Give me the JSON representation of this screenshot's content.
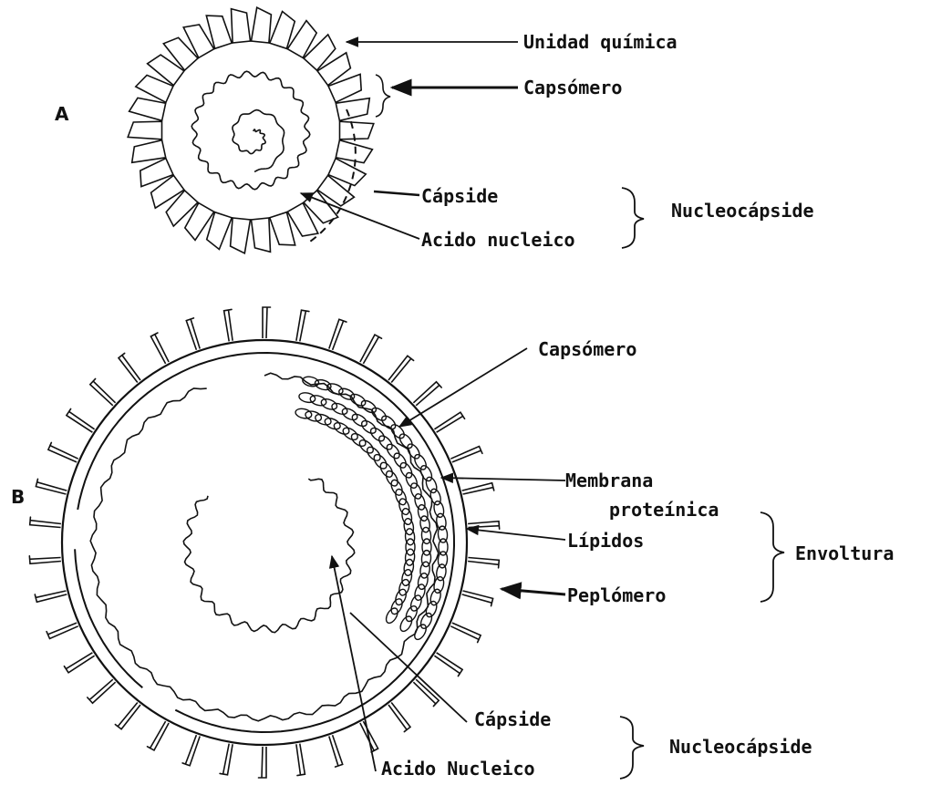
{
  "diagram": {
    "panel_a": {
      "letter": "A",
      "unidad_quimica": "Unidad química",
      "capsomero": "Capsómero",
      "capside": "Cápside",
      "acido_nucleico": "Acido nucleico",
      "nucleocapside": "Nucleocápside"
    },
    "panel_b": {
      "letter": "B",
      "capsomero": "Capsómero",
      "membrana_line1": "Membrana",
      "membrana_line2": "proteínica",
      "lipidos": "Lípidos",
      "peplomero": "Peplómero",
      "envoltura": "Envoltura",
      "capside": "Cápside",
      "acido_nucleico": "Acido Nucleico",
      "nucleocapside": "Nucleocápside"
    }
  }
}
